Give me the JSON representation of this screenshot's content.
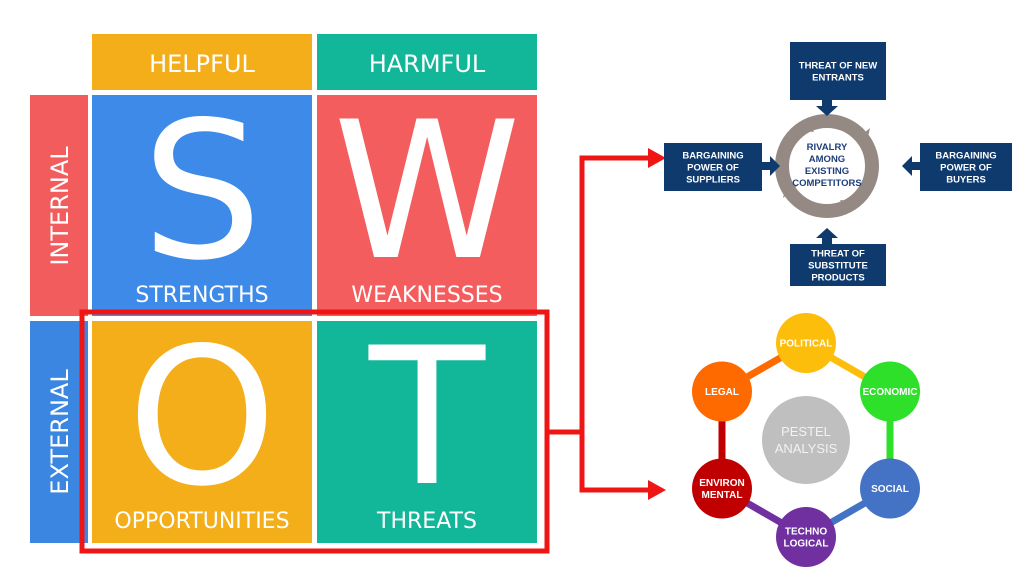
{
  "swot": {
    "helpful": "HELPFUL",
    "harmful": "HARMFUL",
    "internal": "INTERNAL",
    "external": "EXTERNAL",
    "quadrants": [
      {
        "letter": "S",
        "label": "STRENGTHS",
        "color": "#3D8AE8"
      },
      {
        "letter": "W",
        "label": "WEAKNESSES",
        "color": "#F45D5E"
      },
      {
        "letter": "O",
        "label": "OPPORTUNITIES",
        "color": "#F4AE1A"
      },
      {
        "letter": "T",
        "label": "THREATS",
        "color": "#12B79A"
      }
    ],
    "highlight_color": "#F01515"
  },
  "porter": {
    "center": [
      "RIVALRY",
      "AMONG",
      "EXISTING",
      "COMPETITORS"
    ],
    "top": [
      "THREAT OF NEW",
      "ENTRANTS"
    ],
    "left": [
      "BARGAINING",
      "POWER OF",
      "SUPPLIERS"
    ],
    "right": [
      "BARGAINING",
      "POWER OF",
      "BUYERS"
    ],
    "bottom": [
      "THREAT OF",
      "SUBSTITUTE",
      "PRODUCTS"
    ],
    "box_color": "#0E3A6E",
    "ring_color": "#958A83"
  },
  "pestel": {
    "center": [
      "PESTEL",
      "ANALYSIS"
    ],
    "nodes": [
      {
        "lines": [
          "POLITICAL"
        ],
        "color": "#FDBE0B"
      },
      {
        "lines": [
          "ECONOMIC"
        ],
        "color": "#2EE02A"
      },
      {
        "lines": [
          "SOCIAL"
        ],
        "color": "#4472C4"
      },
      {
        "lines": [
          "TECHNO",
          "LOGICAL"
        ],
        "color": "#7030A0"
      },
      {
        "lines": [
          "ENVIRON",
          "MENTAL"
        ],
        "color": "#C00000"
      },
      {
        "lines": [
          "LEGAL"
        ],
        "color": "#FF6A00"
      }
    ]
  }
}
